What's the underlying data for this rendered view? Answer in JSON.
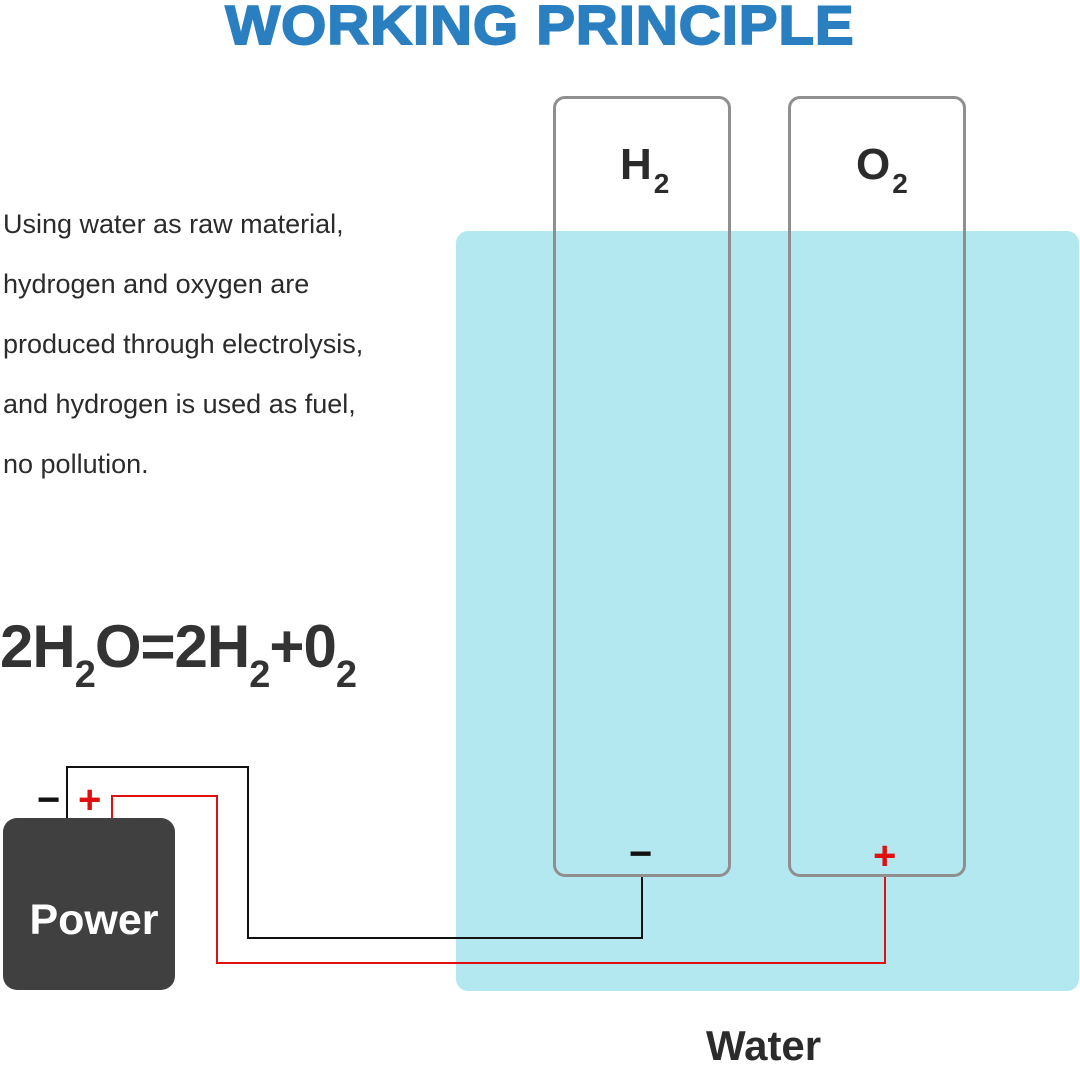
{
  "title": "WORKING PRINCIPLE",
  "description": {
    "lines": [
      "Using water as raw material,",
      "hydrogen and oxygen are",
      "produced through electrolysis,",
      "and hydrogen is used as fuel,",
      "no pollution."
    ]
  },
  "equation": {
    "parts": [
      "2H",
      "2",
      "O=2H",
      "2",
      "+0",
      "2"
    ]
  },
  "tubes": {
    "h2": {
      "symbol": "H",
      "subscript": "2",
      "electrode_sign": "−"
    },
    "o2": {
      "symbol": "O",
      "subscript": "2",
      "electrode_sign": "+"
    }
  },
  "power": {
    "label": "Power",
    "negative_sign": "−",
    "positive_sign": "+"
  },
  "water_label": "Water",
  "colors": {
    "title": "#2a7fc0",
    "water": "#b3e8f1",
    "negative_wire": "#111111",
    "positive_wire": "#e01010",
    "power_box": "#404040"
  }
}
